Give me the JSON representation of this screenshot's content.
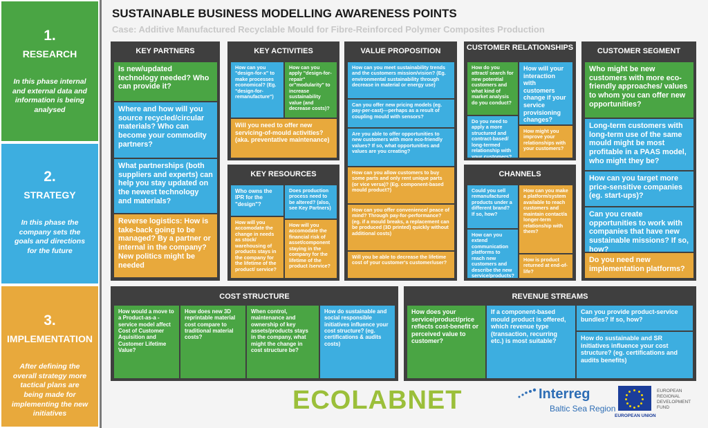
{
  "phases": [
    {
      "num": "1.",
      "name": "RESEARCH",
      "desc": "In this phase internal and external data and information is being analysed"
    },
    {
      "num": "2.",
      "name": "STRATEGY",
      "desc": "In this phase the company sets the goals and directions for the future"
    },
    {
      "num": "3.",
      "name": "IMPLEMENTATION",
      "desc": "After defining the overall strategy more tactical plans are being made for implementing the new initiatives"
    }
  ],
  "title": "SUSTAINABLE BUSINESS MODELLING AWARENESS POINTS",
  "subtitle": "Case: Additive Manufactured Recyclable Mould for Fibre-Reinforced Polymer Composites Production",
  "key_partners": {
    "header": "KEY PARTNERS",
    "items": [
      "Is new/updated technology needed? Who can provide it?",
      "Where and how will you source recycled/circular materials? Who can become your commodity partners?",
      "What partnerships (both suppliers and experts) can help you stay updated on the newest technology and materials?",
      "Reverse logistics: How is take-back going to be managed? By a partner or internal in the company? New politics might be needed"
    ]
  },
  "key_activities": {
    "header": "KEY ACTIVITIES",
    "items": [
      "How can you \"design-for-x\" to make processes economical? (Eg. \"design-for-remanufacture\")",
      "How can you apply \"design-for-repair\" or\"modularity\" to increase sustainability value (and decrease costs)?",
      "Will you need to offer new servicing-of-mould activities? (aka. preventative maintenance)"
    ]
  },
  "key_resources": {
    "header": "KEY RESOURCES",
    "items": [
      "Who owns the IPR for the \"design\"?",
      "Does production process need to be altered? (also, see Key Partners)",
      "How will you accomodate the change in needs as stock/ warehousing of products stays in the company for the lifetime of the product/ service?",
      "How will you accomodate the financial risk of asset/component staying in the company for the lifetime of the product /service?"
    ]
  },
  "value_proposition": {
    "header": "VALUE PROPOSITION",
    "items": [
      "How can you meet sustainability trends and the customers mission/vision? (Eg. environmental sustainability through decrease in material or energy use)",
      "Can you offer new pricing models (eg. pay-per-cast)---perhaps as a result of coupling mould with sensors?",
      "Are you able to offer opportunities to new customers with more eco-friendly values? If so, what opportunities and values are you creating?",
      "How can you allow customers to buy some parts and only rent unique parts (or vice versa)? (Eg. component-based mould product?)",
      "How can you offer convenience/ peace of mind? Through pay-for-performance? (eg. if a mould breaks, a replacement can be produced (3D printed) quickly without additional costs)",
      "Will you be able to decrease the lifetime cost of your customer's customer/user?"
    ]
  },
  "customer_relationships": {
    "header": "CUSTOMER RELATIONSHIPS",
    "items": [
      "How do you attract/ search for new potential customers and what kind of market analysis do you conduct?",
      "How will your interaction with customers change if your service provisioning changes?",
      "Do you need to apply a more structured and contract-based/ long-termed relationship with your customers?",
      "How might you improve your relationships with your customers?"
    ]
  },
  "channels": {
    "header": "CHANNELS",
    "items": [
      "Could you sell remanufactured products under a different brand? If so, how?",
      "How can you make a platform/system available to reach customers and maintain contact/a longer-term relationship with them?",
      "How can you extend communication platforms to reach new customers and describe the new service/products?",
      "How is product returned at end-of-life?"
    ]
  },
  "customer_segment": {
    "header": "CUSTOMER SEGMENT",
    "items": [
      "Who might be new customers with more eco-friendly approaches/ values to whom you can offer new opportunities?",
      "Long-term customers with long-term use of the same mould might be most profitable in a PAAS model, who might they be?",
      "How can you target more price-sensitive companies (eg. start-ups)?",
      "Can you create opportunities to work with companies that have new sustainable missions? If so, how?",
      "Do you need new implementation platforms?"
    ]
  },
  "cost_structure": {
    "header": "COST STRUCTURE",
    "items": [
      "How would a move to a Product-as-a -service model affect Cost of Customer Aquisition and Customer Lifetime Value?",
      "How does new 3D reprintable material cost compare to traditional material costs?",
      "When control, maintenance and ownership of key assets/products stays in the company, what might the change in cost structure be?",
      "How do sustainable and social responsible initiatives influence your cost structure? (eg. certifications & audits costs)"
    ]
  },
  "revenue_streams": {
    "header": "REVENUE STREAMS",
    "items": [
      "How does your service/product/price reflects cost-benefit or perceived value to customer?",
      "If a component-based mould product is offered, which revenue type (transaction, recurring etc.) is most suitable?",
      "Can you provide product-service bundles? If so, how?",
      "How do sustainable and SR initiatives influence your cost structure? (eg. certifications and audits benefits)"
    ]
  },
  "logos": {
    "ecolabnet": "ECOLABNET",
    "interreg": "Interreg",
    "interreg_sub": "Baltic Sea Region",
    "eu": "EUROPEAN UNION",
    "erdf": "EUROPEAN REGIONAL DEVELOPMENT FUND"
  },
  "colors": {
    "green": "#4aa544",
    "blue": "#3daee0",
    "orange": "#e8a93c",
    "dark": "#3f3f3f"
  }
}
